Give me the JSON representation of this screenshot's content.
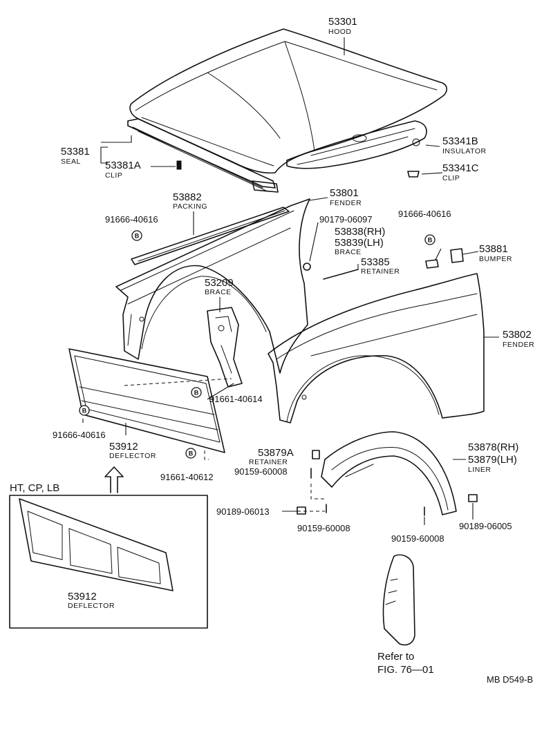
{
  "labels": {
    "hood": {
      "pn": "53301",
      "name": "HOOD"
    },
    "seal": {
      "pn": "53381",
      "name": "SEAL"
    },
    "seal_clip": {
      "pn": "53381A",
      "name": "CLIP"
    },
    "insulator": {
      "pn": "53341B",
      "name": "INSULATOR"
    },
    "insulator_clip": {
      "pn": "53341C",
      "name": "CLIP"
    },
    "packing": {
      "pn": "53882",
      "name": "PACKING"
    },
    "packing_screw": {
      "pn": "91666-40616"
    },
    "fender_lh": {
      "pn": "53801",
      "name": "FENDER"
    },
    "brace_nut": {
      "pn": "90179-06097"
    },
    "brace": {
      "pn_rh": "53838(RH)",
      "pn_lh": "53839(LH)",
      "name": "BRACE"
    },
    "retainer": {
      "pn": "53385",
      "name": "RETAINER"
    },
    "bumper_screw": {
      "pn": "91666-40616"
    },
    "bumper": {
      "pn": "53881",
      "name": "BUMPER"
    },
    "fender_brace": {
      "pn": "53209",
      "name": "BRACE"
    },
    "fender_rh": {
      "pn": "53802",
      "name": "FENDER"
    },
    "brace_bolt": {
      "pn": "91661-40614"
    },
    "deflector_screw": {
      "pn": "91666-40616"
    },
    "deflector": {
      "pn": "53912",
      "name": "DEFLECTOR"
    },
    "deflector_bolt": {
      "pn": "91661-40612"
    },
    "liner_retainer": {
      "pn": "53879A",
      "name": "RETAINER"
    },
    "liner_screw_a": {
      "pn": "90159-60008"
    },
    "liner": {
      "pn_rh": "53878(RH)",
      "pn_lh": "53879(LH)",
      "name": "LINER"
    },
    "liner_clip_a": {
      "pn": "90189-06013"
    },
    "liner_screw_b": {
      "pn": "90159-60008"
    },
    "liner_screw_c": {
      "pn": "90159-60008"
    },
    "liner_clip_b": {
      "pn": "90189-06005"
    },
    "inset_deflector": {
      "pn": "53912",
      "name": "DEFLECTOR"
    }
  },
  "inset_title": "HT, CP, LB",
  "bolt_marker": "B",
  "mudguard_ref": {
    "line1": "Refer to",
    "line2": "FIG. 76—01"
  },
  "drawing_code": "MB D549-B"
}
